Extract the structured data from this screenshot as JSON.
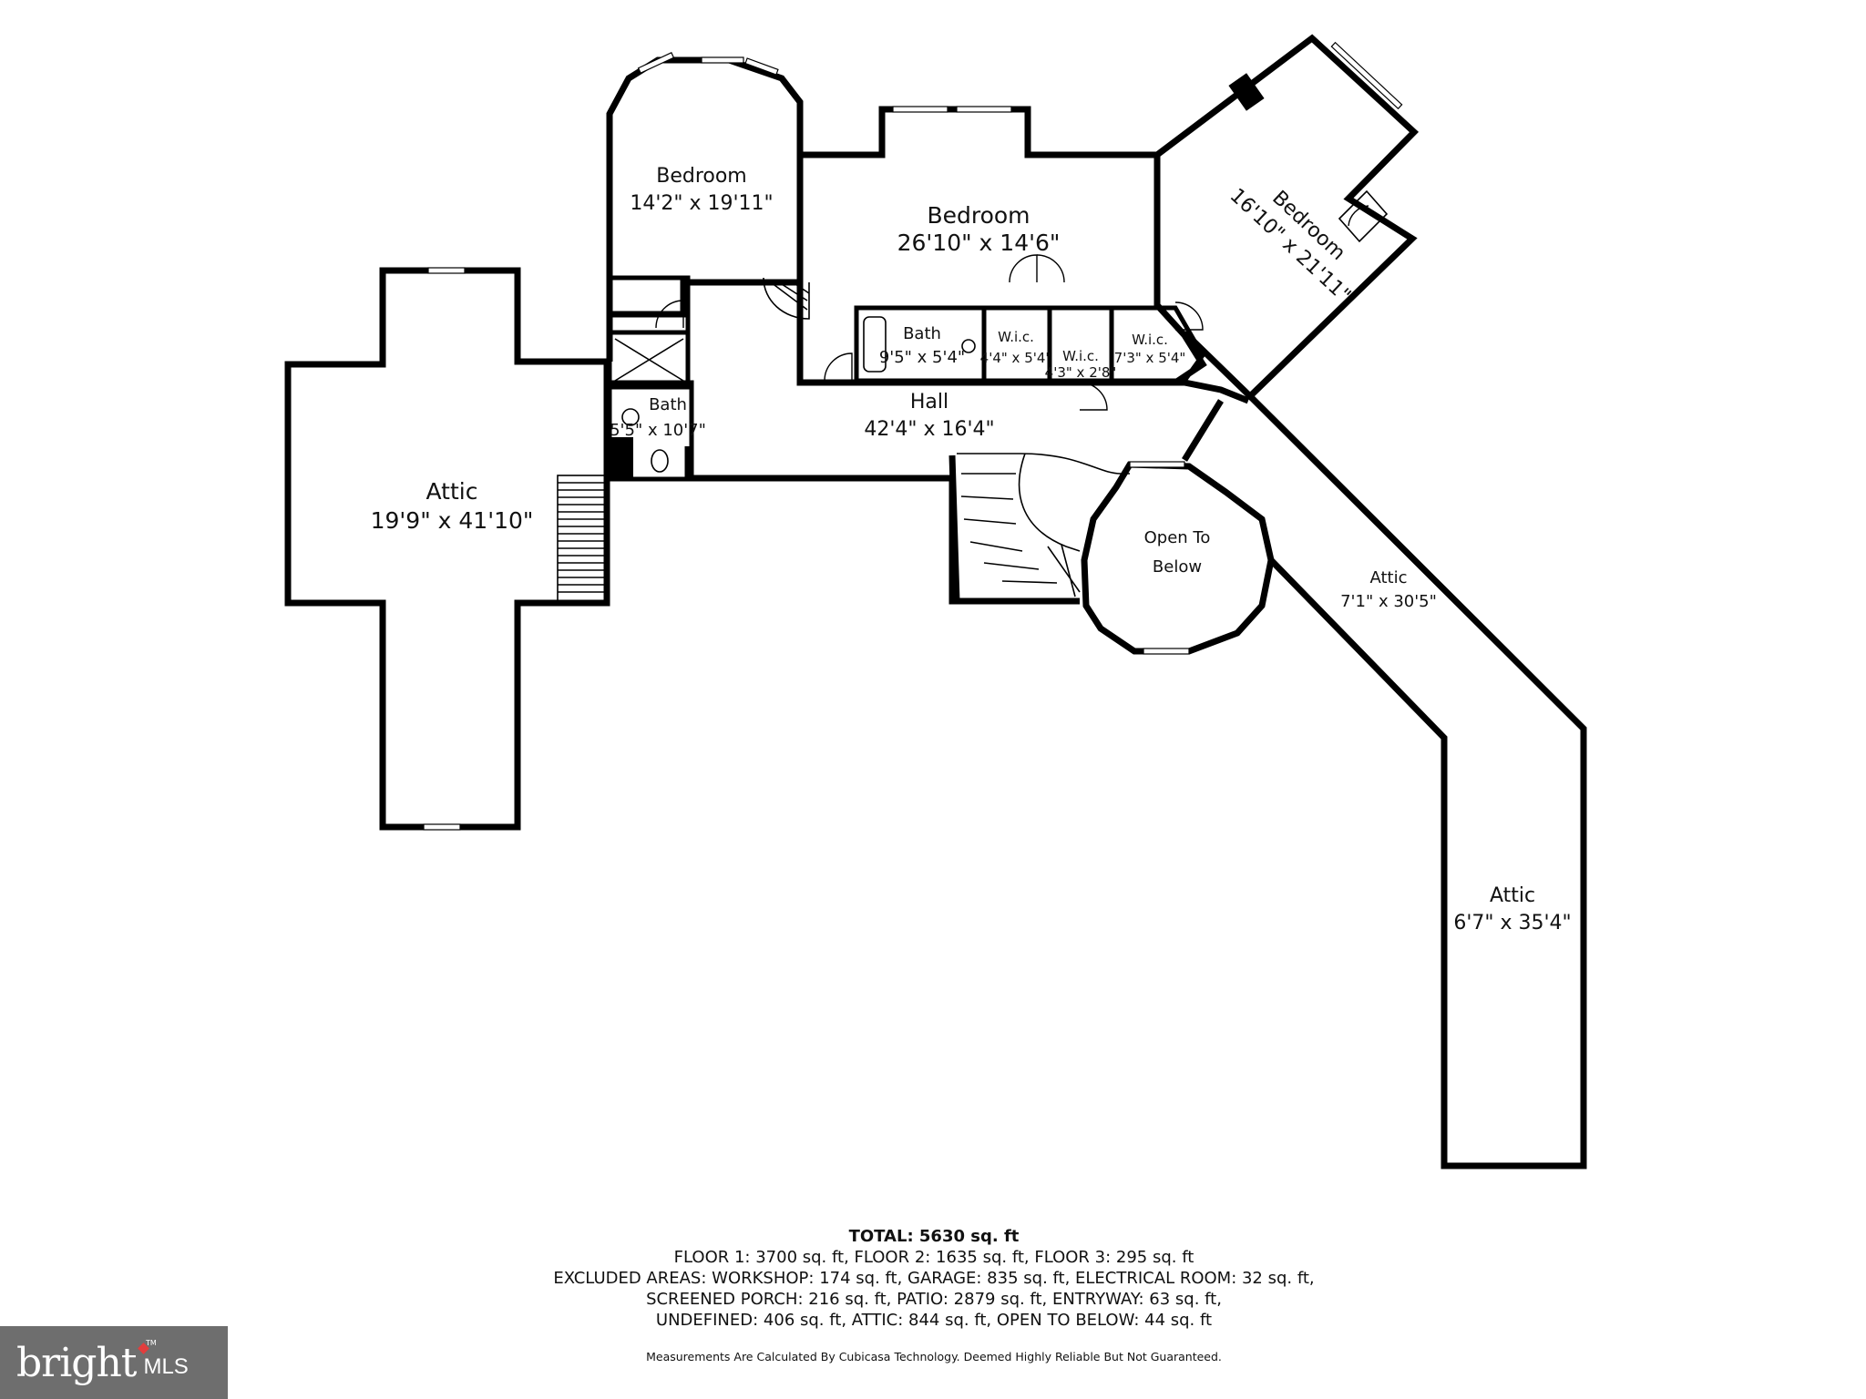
{
  "rooms": {
    "bedroom_a": {
      "name": "Bedroom",
      "dims": "14'2\" x 19'11\""
    },
    "bedroom_b": {
      "name": "Bedroom",
      "dims": "26'10\" x 14'6\""
    },
    "bedroom_c": {
      "name": "Bedroom",
      "dims": "16'10\" x 21'11\""
    },
    "bath_a": {
      "name": "Bath",
      "dims": "9'5\" x 5'4\""
    },
    "wic_a": {
      "name": "W.i.c.",
      "dims": "4'4\" x 5'4\""
    },
    "wic_b": {
      "name": "W.i.c.",
      "dims": "4'3\" x 2'8\""
    },
    "wic_c": {
      "name": "W.i.c.",
      "dims": "7'3\" x 5'4\""
    },
    "bath_b": {
      "name": "Bath",
      "dims": "5'5\" x 10'7\""
    },
    "hall": {
      "name": "Hall",
      "dims": "42'4\" x 16'4\""
    },
    "attic_a": {
      "name": "Attic",
      "dims": "19'9\" x 41'10\""
    },
    "open_to_below": {
      "line1": "Open To",
      "line2": "Below"
    },
    "attic_b": {
      "name": "Attic",
      "dims": "7'1\" x 30'5\""
    },
    "attic_c": {
      "name": "Attic",
      "dims": "6'7\" x 35'4\""
    }
  },
  "summary": {
    "total": "TOTAL: 5630 sq. ft",
    "line1": "FLOOR 1: 3700 sq. ft, FLOOR 2: 1635 sq. ft, FLOOR 3: 295 sq. ft",
    "line2": "EXCLUDED AREAS: WORKSHOP: 174 sq. ft, GARAGE: 835 sq. ft, ELECTRICAL ROOM: 32 sq. ft,",
    "line3": "SCREENED PORCH: 216 sq. ft, PATIO: 2879 sq. ft, ENTRYWAY: 63 sq. ft,",
    "line4": "UNDEFINED: 406 sq. ft, ATTIC: 844 sq. ft, OPEN TO BELOW: 44 sq. ft"
  },
  "disclaimer": "Measurements Are Calculated By Cubicasa Technology. Deemed Highly Reliable But Not Guaranteed.",
  "logo": {
    "brand": "bright",
    "suffix": "MLS",
    "tm": "TM"
  }
}
